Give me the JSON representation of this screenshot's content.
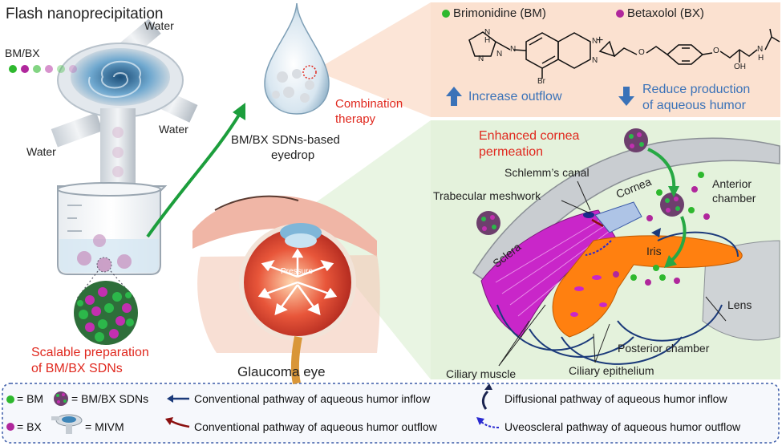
{
  "left": {
    "title": "Flash nanoprecipitation",
    "input_label": "BM/BX",
    "water_labels": [
      "Water",
      "Water",
      "Water"
    ],
    "caption_line1": "Scalable preparation",
    "caption_line2": "of BM/BX SDNs"
  },
  "center": {
    "eyedrop_line1": "BM/BX SDNs-based",
    "eyedrop_line2": "eyedrop",
    "combination_line1": "Combination",
    "combination_line2": "therapy",
    "pressure_label": "Pressure",
    "eye_caption": "Glaucoma eye"
  },
  "drugs": {
    "bm_name": "Brimonidine (BM)",
    "bx_name": "Betaxolol (BX)",
    "plus": "+",
    "bm_effect": "Increase outflow",
    "bx_effect_line1": "Reduce production",
    "bx_effect_line2": "of aqueous humor",
    "atoms": {
      "nh": "N\nH",
      "n": "N",
      "br": "Br",
      "o": "O",
      "oh": "OH",
      "h": "H"
    },
    "colors": {
      "bm": "#2eb82e",
      "bx": "#b0279c",
      "panel": "#fbe1d0"
    }
  },
  "anatomy": {
    "enhanced_line1": "Enhanced cornea",
    "enhanced_line2": "permeation",
    "schlemm": "Schlemm’s canal",
    "trabecular": "Trabecular meshwork",
    "cornea": "Cornea",
    "anterior_line1": "Anterior",
    "anterior_line2": "chamber",
    "sclera": "Sclera",
    "iris": "Iris",
    "lens": "Lens",
    "posterior": "Posterior chamber",
    "ciliary_muscle": "Ciliary muscle",
    "ciliary_epithelium": "Ciliary epithelium",
    "panel_color": "#e3f2dd"
  },
  "legend": {
    "bm": "= BM",
    "sdn": "= BM/BX SDNs",
    "bx": "= BX",
    "mivm": "= MIVM",
    "inflow": "Conventional pathway of aqueous humor inflow",
    "outflow": "Conventional pathway of aqueous humor outflow",
    "diffusional": "Diffusional pathway of aqueous humor inflow",
    "uveoscleral": "Uveoscleral pathway of aqueous humor outflow"
  }
}
